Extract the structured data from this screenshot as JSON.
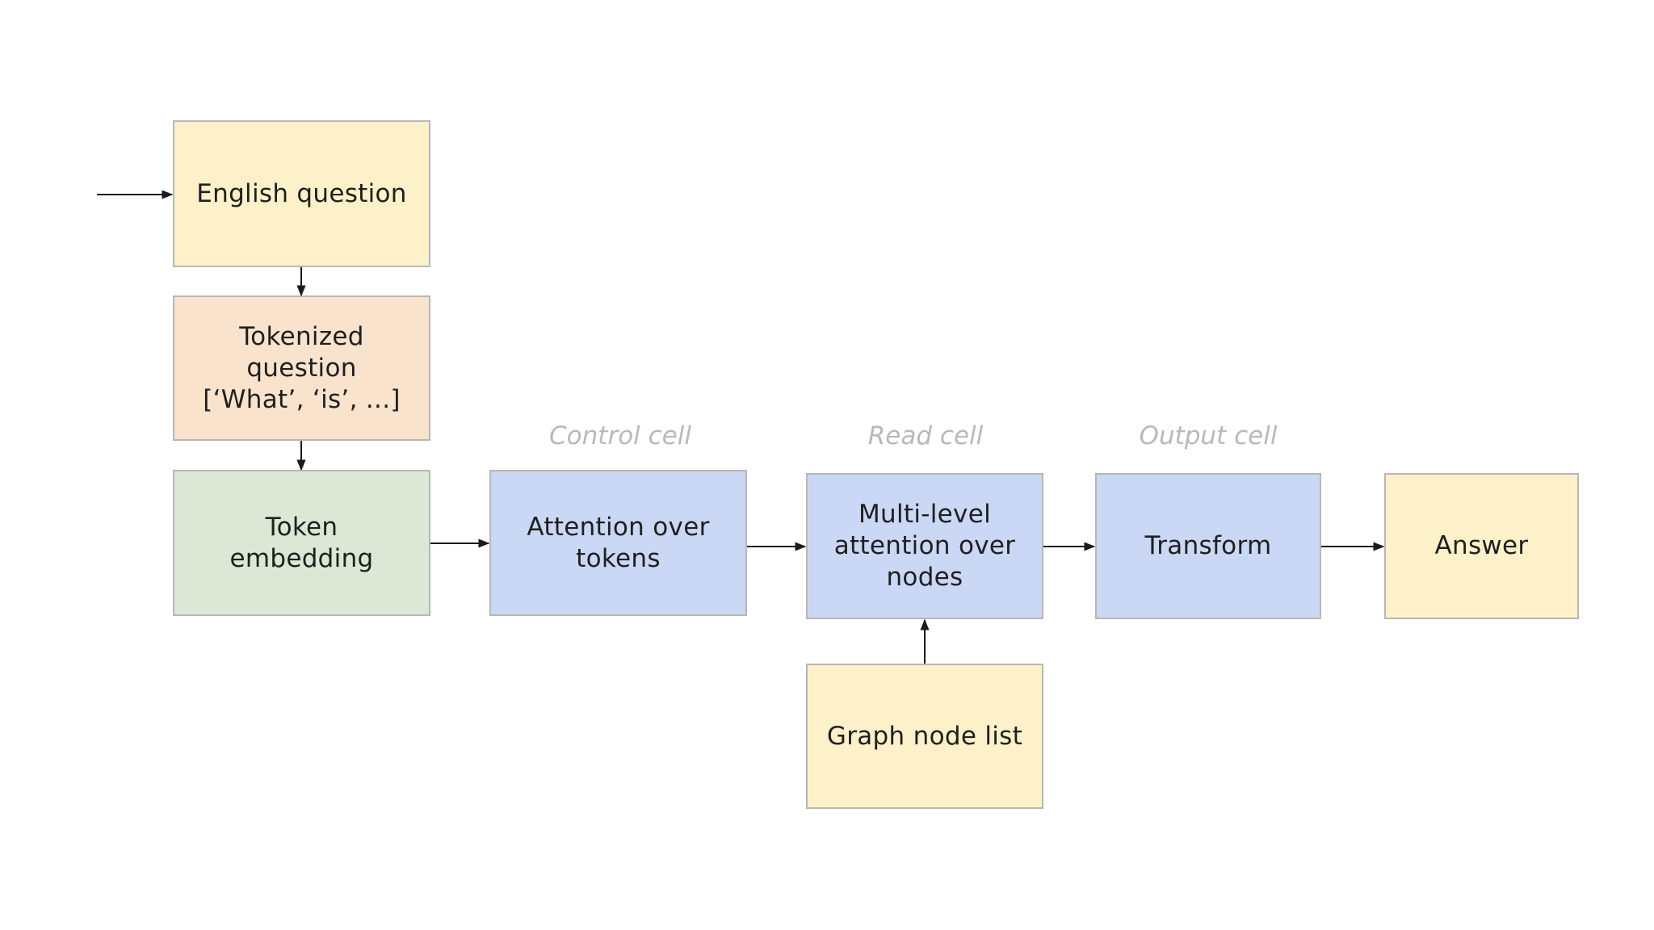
{
  "diagram": {
    "nodes": {
      "english_question": "English question",
      "tokenized_question": "Tokenized\nquestion\n[‘What’, ‘is’, ...]",
      "token_embedding": "Token\nembedding",
      "attention_over_tokens": "Attention over\ntokens",
      "multi_level_attention": "Multi-level\nattention over\nnodes",
      "transform": "Transform",
      "answer": "Answer",
      "graph_node_list": "Graph node list"
    },
    "cell_labels": {
      "control": "Control cell",
      "read": "Read cell",
      "output": "Output cell"
    },
    "colors": {
      "cream": "#fdf1c9",
      "peach": "#f9e3cd",
      "green": "#dce8d5",
      "blue": "#cad8f5",
      "border": "#b7b7b7",
      "arrow": "#1a1a1a",
      "label": "#b9b9b9"
    }
  }
}
